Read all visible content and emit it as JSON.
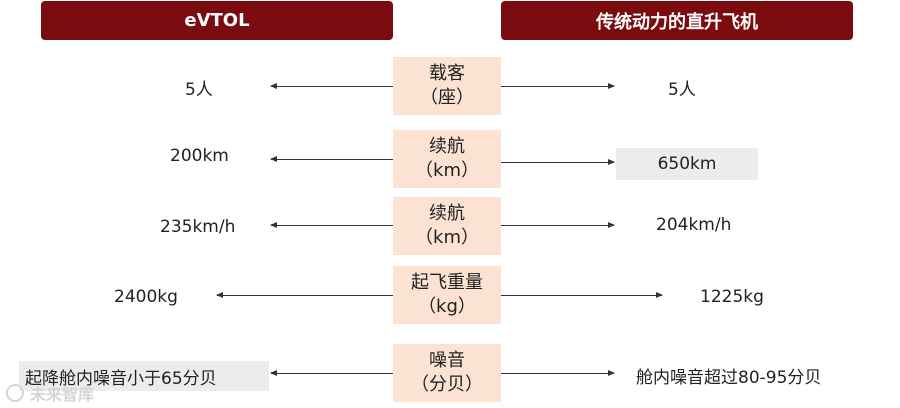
{
  "headers": {
    "left": "eVTOL",
    "right": "传统动力的直升飞机"
  },
  "rows": [
    {
      "label_line1": "载客",
      "label_line2": "（座）",
      "left_value": "5人",
      "right_value": "5人"
    },
    {
      "label_line1": "续航",
      "label_line2": "（km）",
      "left_value": "200km",
      "right_value": "650km"
    },
    {
      "label_line1": "续航",
      "label_line2": "（km）",
      "left_value": "235km/h",
      "right_value": "204km/h"
    },
    {
      "label_line1": "起飞重量",
      "label_line2": "（kg）",
      "left_value": "2400kg",
      "right_value": "1225kg"
    },
    {
      "label_line1": "噪音",
      "label_line2": "（分贝）",
      "left_value": "起降舱内噪音小于65分贝",
      "right_value": "舱内噪音超过80-95分贝"
    }
  ],
  "watermark": {
    "text": "未来智库"
  },
  "colors": {
    "header_bg": "#7a0c10",
    "label_bg": "#fbe2d3",
    "highlight_bg": "#ececec"
  }
}
